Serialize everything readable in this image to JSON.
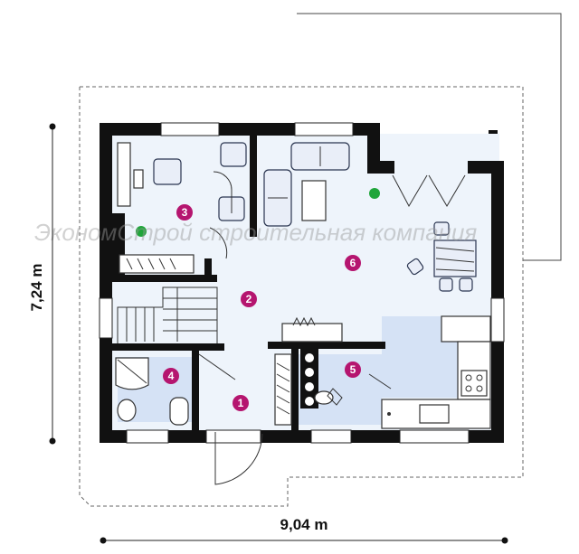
{
  "dimensions": {
    "width_label": "9,04 m",
    "height_label": "7,24 m"
  },
  "watermark": "ЭкономСтрой строительная компания",
  "rooms": [
    {
      "number": "1",
      "color": "#b5156f"
    },
    {
      "number": "2",
      "color": "#b5156f"
    },
    {
      "number": "3",
      "color": "#b5156f"
    },
    {
      "number": "4",
      "color": "#b5156f"
    },
    {
      "number": "5",
      "color": "#b5156f"
    },
    {
      "number": "6",
      "color": "#b5156f"
    }
  ],
  "colors": {
    "wall": "#111111",
    "floor_light": "#eef4fb",
    "floor_blue": "#d5e2f5",
    "room_marker": "#b5156f",
    "plant": "#1fa53a"
  }
}
